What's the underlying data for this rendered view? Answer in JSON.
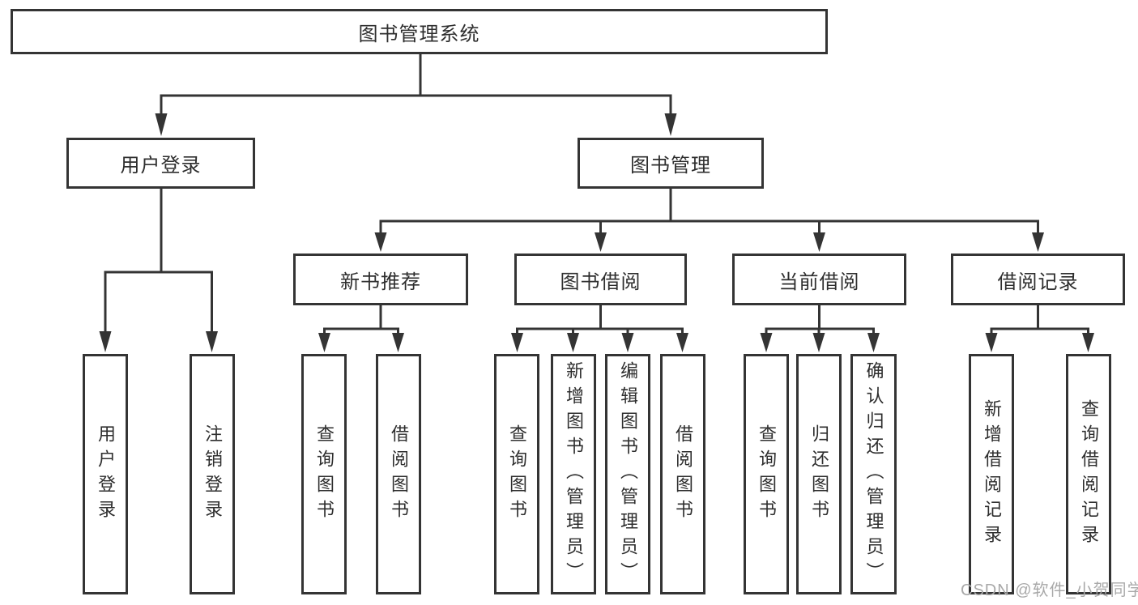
{
  "root": {
    "label": "图书管理系统"
  },
  "branches": {
    "user": {
      "label": "用户登录",
      "children": [
        {
          "label": "用户登录"
        },
        {
          "label": "注销登录"
        }
      ]
    },
    "books": {
      "label": "图书管理",
      "groups": [
        {
          "label": "新书推荐",
          "children": [
            {
              "label": "查询图书"
            },
            {
              "label": "借阅图书"
            }
          ]
        },
        {
          "label": "图书借阅",
          "children": [
            {
              "label": "查询图书"
            },
            {
              "label": "新增图书（管理员）"
            },
            {
              "label": "编辑图书（管理员）"
            },
            {
              "label": "借阅图书"
            }
          ]
        },
        {
          "label": "当前借阅",
          "children": [
            {
              "label": "查询图书"
            },
            {
              "label": "归还图书"
            },
            {
              "label": "确认归还（管理员）"
            }
          ]
        },
        {
          "label": "借阅记录",
          "children": [
            {
              "label": "新增借阅记录"
            },
            {
              "label": "查询借阅记录"
            }
          ]
        }
      ]
    }
  },
  "watermark": {
    "text": "CSDN @软件_小贺同学"
  },
  "colors": {
    "line": "#343434",
    "box_border": "#343434",
    "text": "#2e2e2e",
    "watermark": "#a9a9a9",
    "background": "#ffffff"
  }
}
